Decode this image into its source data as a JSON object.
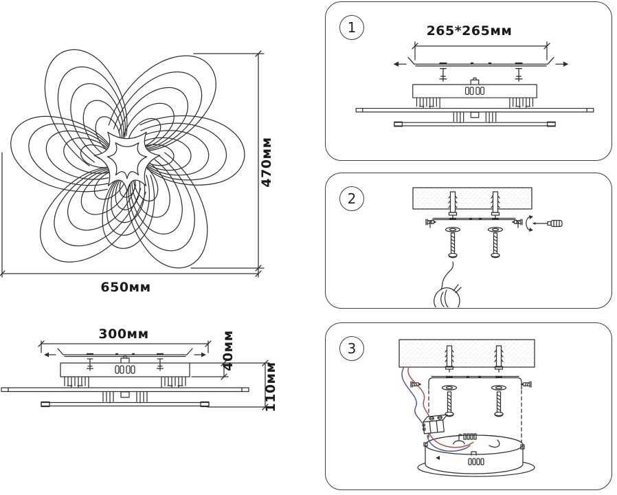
{
  "page": {
    "background": "#ffffff",
    "line_color": "#2f2f2f",
    "text_color": "#1a1a1a"
  },
  "top_view": {
    "width_label": "650мм",
    "height_label": "470мм"
  },
  "side_view": {
    "width_label": "300мм",
    "base_height_label": "40мм",
    "total_height_label": "110мм"
  },
  "steps": [
    {
      "number": "1",
      "bracket_width_label": "265*265мм"
    },
    {
      "number": "2"
    },
    {
      "number": "3"
    }
  ],
  "colors": {
    "wire_red": "#a8524a",
    "wire_blue": "#4a58a5",
    "ceiling_fill": "#d8d8d8"
  }
}
